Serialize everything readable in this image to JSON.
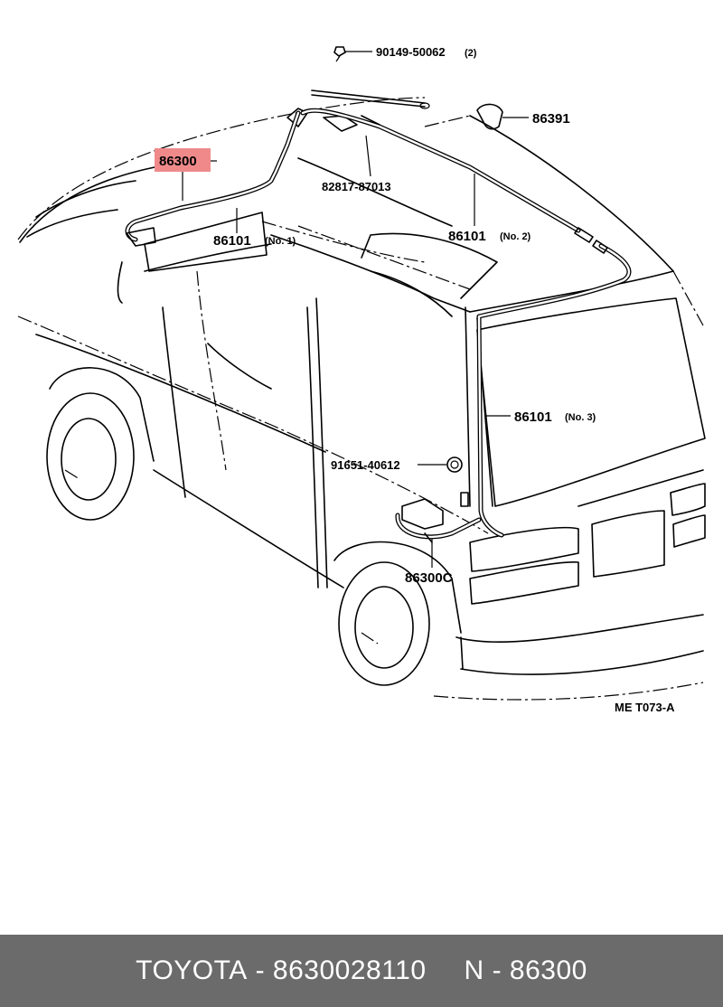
{
  "diagram": {
    "labels": {
      "p_90149": "90149-50062",
      "p_90149_qty": "(2)",
      "p_86391": "86391",
      "p_86300": "86300",
      "p_82817": "82817-87013",
      "p_86101_1": "86101",
      "p_86101_1_tag": "(No. 1)",
      "p_86101_2": "86101",
      "p_86101_2_tag": "(No. 2)",
      "p_86101_3": "86101",
      "p_86101_3_tag": "(No. 3)",
      "p_91651": "91651-40612",
      "p_86300c": "86300C",
      "ref": "ME T073-A"
    },
    "highlight_color": "#f08a8a"
  },
  "footer": {
    "brand": "TOYOTA",
    "sep1": "-",
    "part_number": "8630028110",
    "prefix": "N",
    "sep2": "-",
    "ref_number": "86300"
  },
  "colors": {
    "footer_bg": "#6b6b6b",
    "footer_text": "#ffffff"
  }
}
